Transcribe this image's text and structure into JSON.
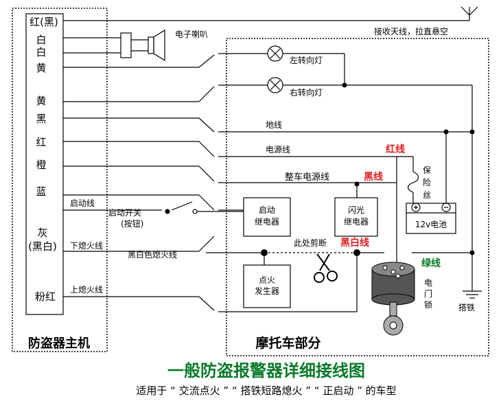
{
  "host": {
    "title": "防盗器主机",
    "wires": [
      "红(黑)",
      "白",
      "白",
      "黄",
      "黄",
      "黑",
      "红",
      "橙",
      "蓝",
      "灰",
      "(黑白)",
      "粉红"
    ]
  },
  "moto": {
    "title": "摩托车部分"
  },
  "labels": {
    "speaker": "电子喇叭",
    "antenna": "接收天线，拉直悬空",
    "left_turn": "左转向灯",
    "right_turn": "右转向灯",
    "ground": "地线",
    "power": "电源线",
    "red_wire": "红线",
    "main_power": "整车电源线",
    "black_wire": "黑线",
    "fuse": [
      "保",
      "险",
      "丝"
    ],
    "start_wire": "启动线",
    "start_switch": "启动开关",
    "button": "(按钮)",
    "start_relay": [
      "启动",
      "继电器"
    ],
    "flash_relay": [
      "闪光",
      "继电器"
    ],
    "battery": "12v电池",
    "cut_here": "此处剪断",
    "bw_wire": "黑白线",
    "lower_kill": "下熄火线",
    "bw_kill": "黑白色熄火线",
    "green_wire": "绿线",
    "ignition": [
      "点火",
      "发生器"
    ],
    "ignition_lock": [
      "电",
      "门",
      "锁"
    ],
    "chassis": "搭铁",
    "upper_kill": "上熄火线"
  },
  "title": "一般防盗报警器详细接线图",
  "subtitle": "适用于 “ 交流点火 ” “ 搭铁短路熄火 ” “ 正启动 ” 的车型",
  "colors": {
    "wire": "#000000",
    "red": "#e02020",
    "green": "#0a7a2a",
    "caption_blue": "#1a3f8f"
  }
}
